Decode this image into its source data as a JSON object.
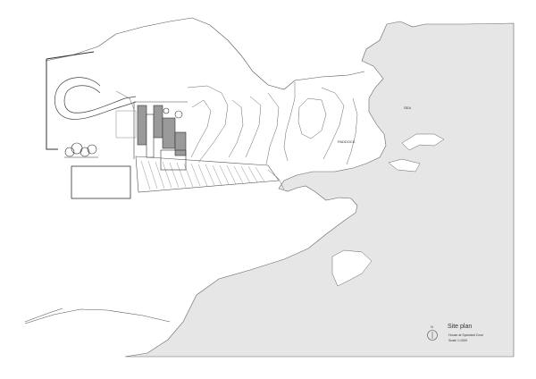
{
  "plan": {
    "title": "Site plan",
    "subtitle": "House at Spaniard Cove",
    "scale": "Scale 1:1000",
    "north_mark": "N",
    "sea_label": "SEA",
    "paddock_label": "PADDOCK"
  },
  "colors": {
    "line": "#555555",
    "sea": "#e6e6e6",
    "building": "#9a9a9a"
  }
}
